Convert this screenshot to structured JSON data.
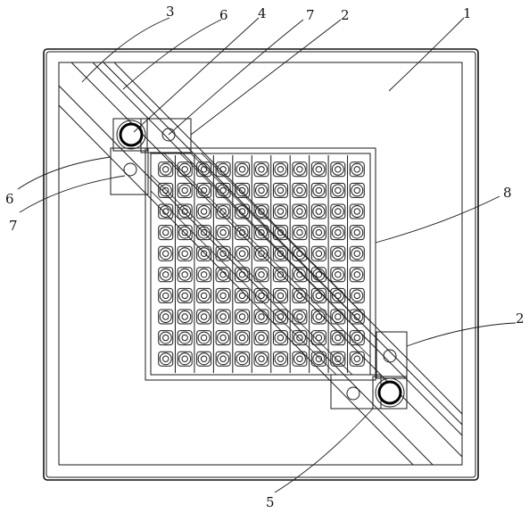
{
  "labels": {
    "l1": "1",
    "l2_top": "2",
    "l2_right": "2",
    "l3": "3",
    "l4": "4",
    "l5": "5",
    "l6_top": "6",
    "l6_left": "6",
    "l7_top": "7",
    "l7_left": "7",
    "l8": "8"
  },
  "grid": {
    "rows": 10,
    "cols": 11
  }
}
